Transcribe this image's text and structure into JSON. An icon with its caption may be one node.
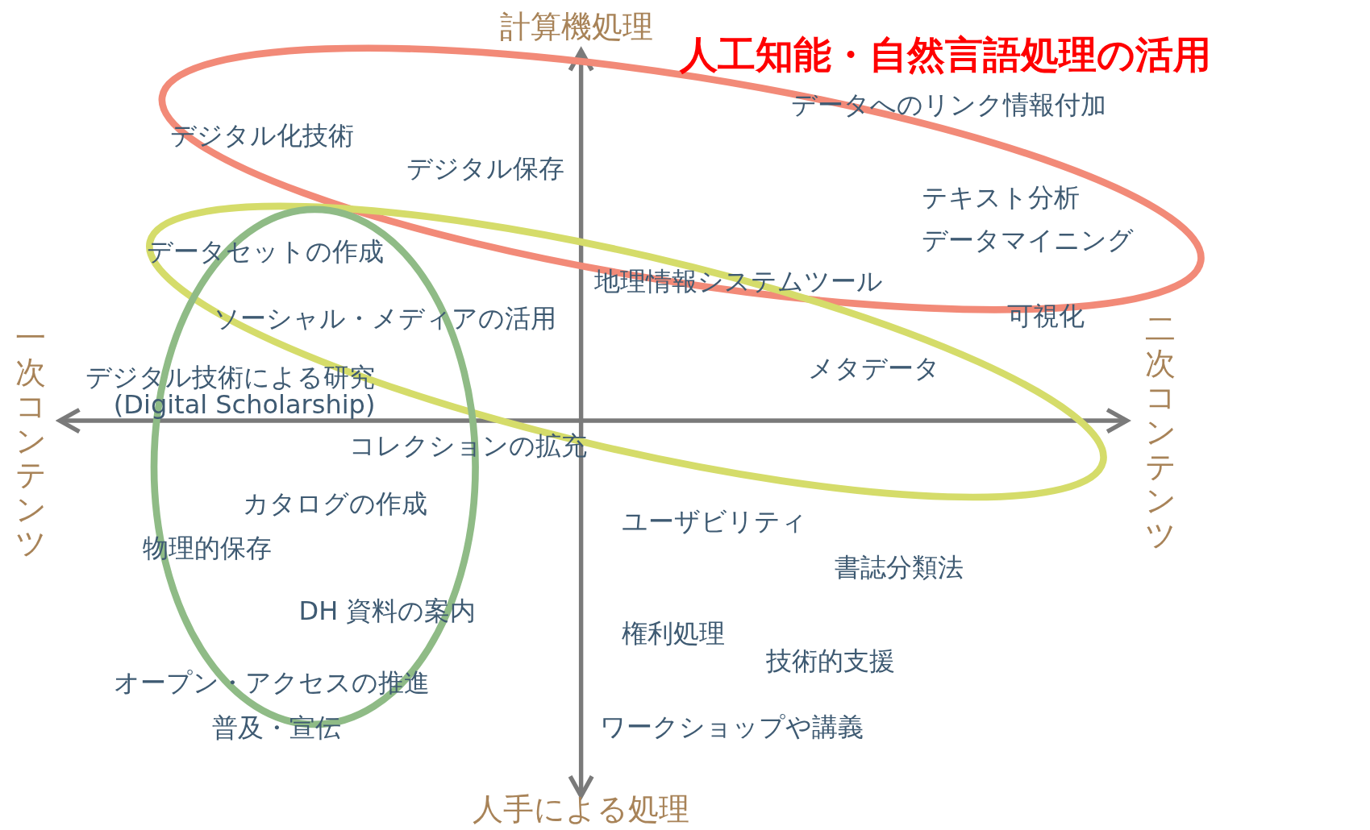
{
  "diagram": {
    "title": "人工知能・自然言語処理の活用",
    "labels": [
      "計算機処理",
      "デジタル化技術",
      "デジタル保存",
      "データへのリンク情報付加",
      "テキスト分析",
      "データマイニング",
      "データセットの作成",
      "地理情報システムツール",
      "ソーシャル・メディアの活用",
      "可視化",
      "一次コンテンツ",
      "二次コンテンツ",
      "デジタル技術による研究",
      "メタデータ",
      "(Digital Scholarship)",
      "コレクションの拡充",
      "カタログの作成",
      "ユーザビリティ",
      "物理的保存",
      "書誌分類法",
      "DH 資料の案内",
      "権利処理",
      "技術的支援",
      "オープン・アクセスの推進",
      "普及・宣伝",
      "ワークショップや講義",
      "人手による処理"
    ]
  }
}
